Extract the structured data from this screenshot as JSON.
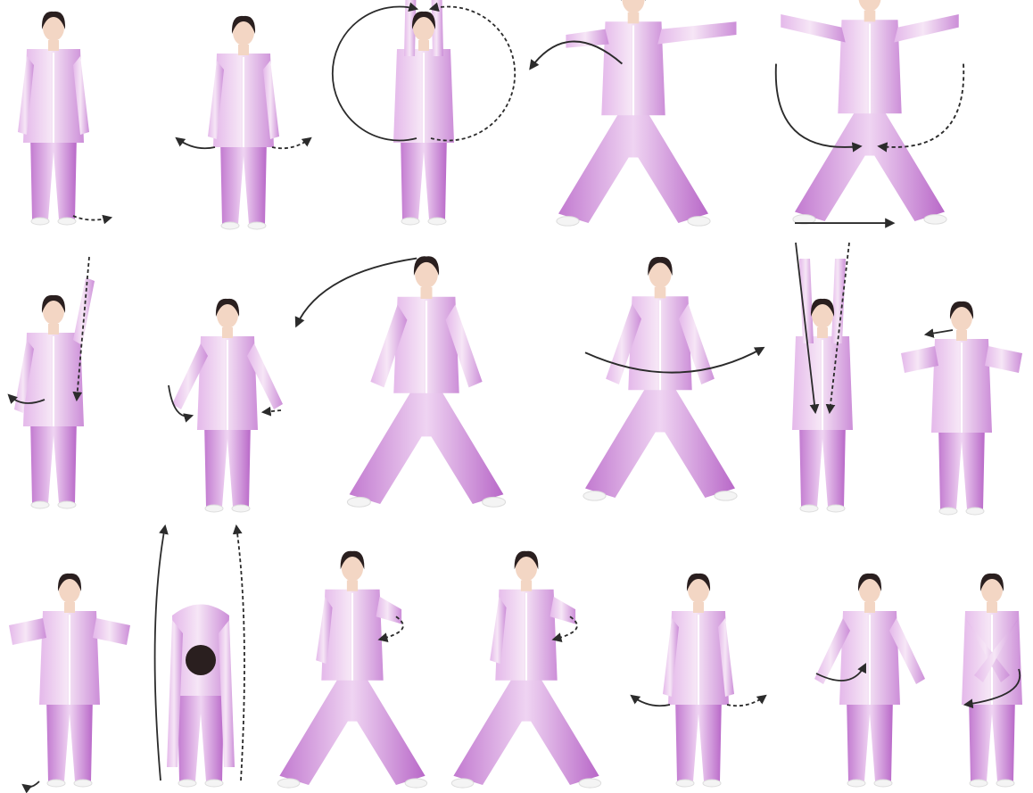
{
  "palette": {
    "background": "#ffffff",
    "suit_light": "#f0d6f0",
    "suit_mid": "#dca8e6",
    "suit_shadow": "#b86cc8",
    "skin": "#f3d6c4",
    "hair": "#2a1f1f",
    "shoe": "#f4f4f4",
    "arrow": "#2b2b2b"
  },
  "illustration": {
    "subject": "tai-chi-practitioner",
    "rows": [
      {
        "poses": [
          {
            "stance": "stand",
            "arms": "down",
            "motions": [
              "foot-step-right-dashed"
            ]
          },
          {
            "stance": "stand",
            "arms": "down",
            "motions": [
              "hands-out-left",
              "hands-out-right-dashed"
            ]
          },
          {
            "stance": "stand",
            "arms": "overhead",
            "motions": [
              "full-circle-left",
              "full-circle-right-dashed"
            ]
          },
          {
            "stance": "horse",
            "arms": "extended-push",
            "motions": [
              "arc-back-left"
            ]
          },
          {
            "stance": "lunge",
            "arms": "spread-wide",
            "motions": [
              "arc-down-left",
              "arc-down-right-dashed",
              "foot-slide-right"
            ]
          }
        ]
      },
      {
        "poses": [
          {
            "stance": "stand",
            "arms": "one-raised",
            "motions": [
              "drop-arc-left",
              "vertical-down-dashed"
            ]
          },
          {
            "stance": "stand",
            "arms": "spread-low",
            "motions": [
              "arc-low-left",
              "short-right-dashed"
            ]
          },
          {
            "stance": "horse",
            "arms": "hands-on-knees",
            "motions": [
              "big-arc-left"
            ]
          },
          {
            "stance": "side-bend",
            "arms": "hands-on-knees",
            "motions": [
              "sweep-right"
            ]
          },
          {
            "stance": "stand",
            "arms": "overhead-pair",
            "motions": [
              "lines-down-left",
              "lines-down-right-dashed"
            ]
          },
          {
            "stance": "stand",
            "arms": "chest-level",
            "motions": [
              "hands-apart"
            ]
          }
        ]
      },
      {
        "poses": [
          {
            "stance": "stand",
            "arms": "chest-level",
            "motions": [
              "feet-turn"
            ]
          },
          {
            "stance": "forward-bend",
            "arms": "down",
            "motions": [
              "long-up-left",
              "long-up-right-dashed"
            ]
          },
          {
            "stance": "horse",
            "arms": "punch-ready",
            "motions": [
              "fist-curl-dashed"
            ]
          },
          {
            "stance": "horse",
            "arms": "punch-ready",
            "motions": [
              "fist-curl-dashed"
            ]
          },
          {
            "stance": "stand",
            "arms": "down",
            "motions": [
              "hands-out-left",
              "hands-out-right-dashed"
            ]
          },
          {
            "stance": "stand",
            "arms": "spread-low",
            "motions": [
              "hands-in-arc"
            ]
          },
          {
            "stance": "stand",
            "arms": "crossed",
            "motions": [
              "cross-arcs"
            ]
          }
        ]
      }
    ]
  }
}
